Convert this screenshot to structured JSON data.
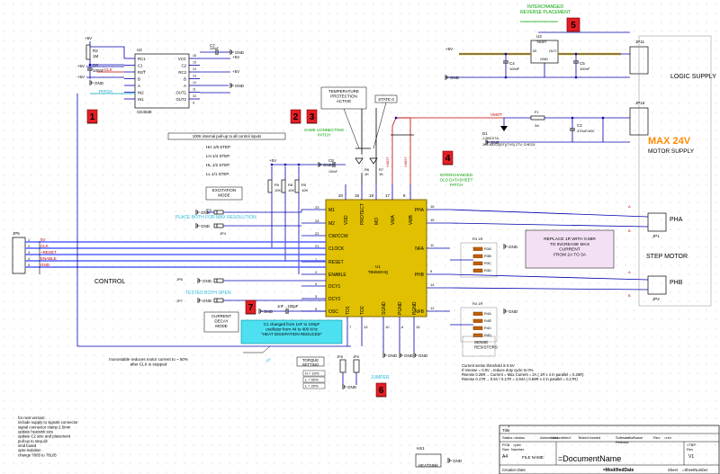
{
  "power": {
    "vcc": "+5V",
    "gnd": "GND",
    "vm": "+VM"
  },
  "colors": {
    "wire": "#0000b0",
    "net": "#c00000",
    "bus": "#5060ff",
    "highlight": "#e0c000",
    "callout": "#e31e24",
    "green": "#00a000",
    "cyan": "#4de0f0",
    "note_pink": "#f4e0f4"
  },
  "callouts": [
    "1",
    "2",
    "3",
    "4",
    "5",
    "6",
    "7"
  ],
  "u2": {
    "ref": "U2",
    "part": "CD4538",
    "left_pins": [
      "RC1",
      "C1",
      "RST̅",
      "B",
      "A",
      "IN2",
      "IN1"
    ],
    "right_pins": [
      "VCC",
      "C2",
      "RC2",
      "B",
      "A",
      "OUT1",
      "OUT2"
    ],
    "pin_nums": [
      "16",
      "15",
      "14",
      "13",
      "12",
      "11",
      "10",
      "9"
    ],
    "nets": [
      "CLK",
      "PATCH"
    ]
  },
  "r2": {
    "ref": "R2",
    "value": "1M"
  },
  "c6": {
    "ref": "C6",
    "value": "100nF"
  },
  "c7": {
    "ref": "C7",
    "value": "100nF"
  },
  "c8": {
    "ref": "C8",
    "value": "100nF"
  },
  "top_right": {
    "title": "INTERCHANGED\nREVERSE PLACEMENT",
    "u3": "U3",
    "u3_part": "7805T",
    "u3_pins": [
      "IN",
      "GND",
      "OUT"
    ],
    "c4": "C4",
    "c4_val": "100nF",
    "c5": "C5",
    "c5_val": "100nF",
    "jp11": "JP11",
    "jp11_label": "LOGIC SUPPLY",
    "c1": "C1"
  },
  "motor_supply": {
    "jp10": "JP10",
    "title": "MAX 24V",
    "label": "MOTOR SUPPLY",
    "d1": "D1",
    "d1_part": "1.5KE27A",
    "d1_note": "1KE160CA(ST)(TVS) 27V, CHECK",
    "f1": "F1",
    "f1_val": "3A",
    "c2": "C2",
    "c2_val": "470uF/40V",
    "vmot": "VMOT"
  },
  "u1": {
    "ref": "U1",
    "part": "TB6560HQ",
    "top_pins": [
      "VDD",
      "PROTECT",
      "MO",
      "VMA",
      "VMB"
    ],
    "top_nums": [
      "20",
      "18",
      "19",
      "17",
      "8"
    ],
    "left_pins": [
      "M1",
      "M2",
      "CW/CCW",
      "CLOCK",
      "RESET",
      "ENABLE",
      "DCY1",
      "DCY2",
      "OSC"
    ],
    "left_nums": [
      "23",
      "24",
      "22",
      "21",
      "1",
      "2",
      "4",
      "3",
      "5"
    ],
    "right_pins": [
      "PHA",
      "NFA",
      "PHB",
      "NFB"
    ],
    "bottom_pins": [
      "TO1",
      "TO2",
      "SGND",
      "PGND",
      "PGND"
    ],
    "bottom_nums": [
      "7",
      "13",
      "10",
      "6",
      "15"
    ]
  },
  "notes": {
    "internal_pullup": "100K internal pull-up to all control inputs",
    "temp": "TEMPERATURE\nPROTECTION\nACTIVE",
    "state": "STATE 0",
    "same_patch": "SAME CONNECTING\nPATCH",
    "interchanged_old": "INTERCHANGED\nOLD DATASHEET\nPATCH",
    "excitation": [
      "HH 1/8 STEP",
      "LH 1/4 STEP",
      "HL 1/2 STEP",
      "LL 1/1 STEP"
    ],
    "excitation_mode": "EXCITATION\nMODE",
    "place_both": "PLACE BOTH FOR MAX RESOLUTION",
    "tested_both": "TESTED BOTH OPEN",
    "current_decay": "CURRENT\nDECAY\nMODE",
    "osc_cap": "1nF→100pF",
    "osc_note": "C1 changed from 1nF to 100pF\noscillator from 44 to 400 KHz\n\"HEAT DISSIPATION REDUCED\"",
    "replace": "REPLACE 1R WITH 0.68R\nTO INCREASE MAX\nCURRENT\nFROM 2A TO 3A",
    "sense_resistors": "SENSE\nRESISTORS",
    "sense": "Current sense threshold is 0.5V\nIf Vsense = 0.5V→reduce duty cycle to 0%\n\nRsense 0.25R→ Current = Max Current = 2A      ( 1R x 4 in parallel = 0.25R)\nRsense 0.17R→ 0.5V / 0.17R = 2.94A              ( 0.68R x 4 in parallel = 0.17R)",
    "monostable": "monostable reduces motor current to ~ 50%\nafter CLK is stopped",
    "torque": "TORQUE\nSETTING",
    "torque_opts": [
      "H = 10%",
      "L = 50%",
      "L = 20%"
    ],
    "jumper": "JUMPER",
    "next_version": "for next version:\ninclude supply to signals connector\nsignal connector clamp 2.5mm\nupdate heatsink size\nupdate C2 size and placement\npull-up to step,dir\nsmd board\nopto-isolation\nchange 7805 to 78L05",
    "control": "CONTROL",
    "step_motor": "STEP MOTOR",
    "pha": "PHA",
    "phb": "PHB",
    "jp1": "JP1",
    "jp2": "JP2",
    "jp5": "JP5",
    "jp3": "JP3",
    "jp4": "JP4",
    "jp6": "JP6",
    "jp7": "JP7",
    "jp8": "JP8",
    "jp9": "JP9",
    "hs": "HS1",
    "hs_label": "HEATSINK"
  },
  "control_pins": [
    "5V",
    "CLK",
    "+RESET",
    "ENABLE",
    "GND"
  ],
  "control_nums": [
    "1",
    "2",
    "3",
    "4",
    "5"
  ],
  "sense_blocks": [
    {
      "ref": "RA",
      "items": [
        "R3A",
        "R3B",
        "R3C",
        "R3D"
      ],
      "value": "1R"
    },
    {
      "ref": "RB",
      "items": [
        "R4A",
        "R4B",
        "R4C",
        "R4D"
      ],
      "value": "1R"
    }
  ],
  "resistors": {
    "r5": "R5",
    "r6": "R6",
    "r9": "R9",
    "r8": "R8",
    "r7": "R7",
    "val10k": "10K",
    "val1k": "1K"
  },
  "title_block": {
    "title": "Title",
    "size": "Size",
    "size_val": "A4",
    "number": "Number",
    "rev": "Rev",
    "rev_val": "V1",
    "date": "Creation Date",
    "date_val": "=ModifiedDate",
    "file": "FILE NAME:",
    "file_val": "=DocumentName",
    "sheet": "Sheet",
    "sheet_val": "=SheetNumber",
    "status_labels": [
      "Status",
      "Assembled",
      "Tested",
      "Software\nRelease",
      "Rev:"
    ],
    "status_vals": [
      "=status",
      "=assembled",
      "=tested",
      "=Software",
      "=rev"
    ],
    "pcb": "PCB",
    "pcb_val": "=pcb",
    "tbp": "=TBP"
  }
}
